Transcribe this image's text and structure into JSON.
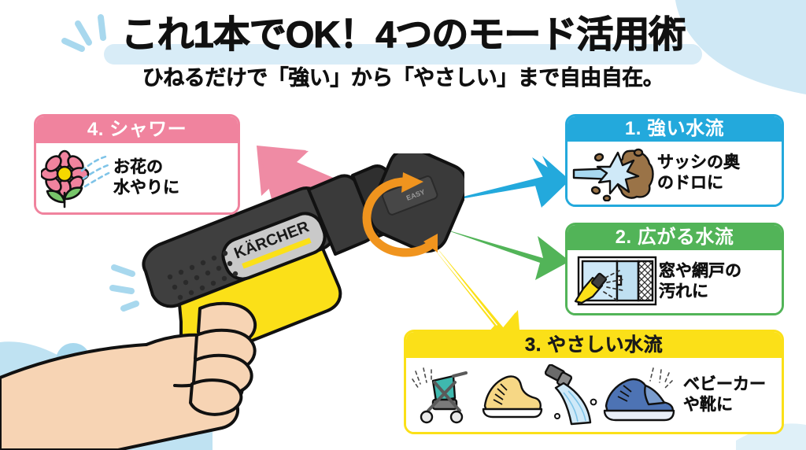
{
  "page": {
    "title": "これ1本でOK！4つのモード活用術",
    "subtitle": "ひねるだけで「強い」から「やさしい」まで自由自在。",
    "brand": "KÄRCHER"
  },
  "colors": {
    "blue": "#23a9dc",
    "green": "#52b458",
    "yellow": "#fbe018",
    "pink": "#f0839e",
    "orange": "#f0941e",
    "title_highlight": "#d8ecf7",
    "bg_wave": "#bfe2f2",
    "skin": "#f7d4b4",
    "device_dark": "#3c3c3c",
    "device_yellow": "#fbe018"
  },
  "cards": [
    {
      "id": "strong",
      "number": "1.",
      "head": "1. 強い水流",
      "caption": "サッシの奥\nのドロに",
      "accent": "#23a9dc",
      "icons": [
        "water-jet-dirt-icon"
      ]
    },
    {
      "id": "wide",
      "number": "2.",
      "head": "2. 広がる水流",
      "caption": "窓や網戸の\n汚れに",
      "accent": "#52b458",
      "icons": [
        "window-screen-spray-icon"
      ]
    },
    {
      "id": "gentle",
      "number": "3.",
      "head": "3. やさしい水流",
      "caption": "ベビーカー\nや靴に",
      "accent": "#fbe018",
      "icons": [
        "stroller-icon",
        "yellow-shoe-icon",
        "water-stream-icon",
        "blue-sneaker-icon"
      ]
    },
    {
      "id": "shower",
      "number": "4.",
      "head": "4. シャワー",
      "caption": "お花の\n水やりに",
      "accent": "#f0839e",
      "icons": [
        "flower-watering-icon"
      ]
    }
  ],
  "arrows": [
    {
      "name": "arrow-to-shower",
      "color": "#f0839e",
      "direction": "up-left"
    },
    {
      "name": "arrow-to-strong",
      "color": "#23a9dc",
      "direction": "up-right"
    },
    {
      "name": "arrow-to-wide",
      "color": "#52b458",
      "direction": "right-down"
    },
    {
      "name": "arrow-to-gentle",
      "color": "#fbe018",
      "direction": "down-right"
    }
  ],
  "device": {
    "name": "karcher-spray-gun",
    "label": "KÄRCHER",
    "rotation_hint": "rotate-nozzle-arrow"
  }
}
